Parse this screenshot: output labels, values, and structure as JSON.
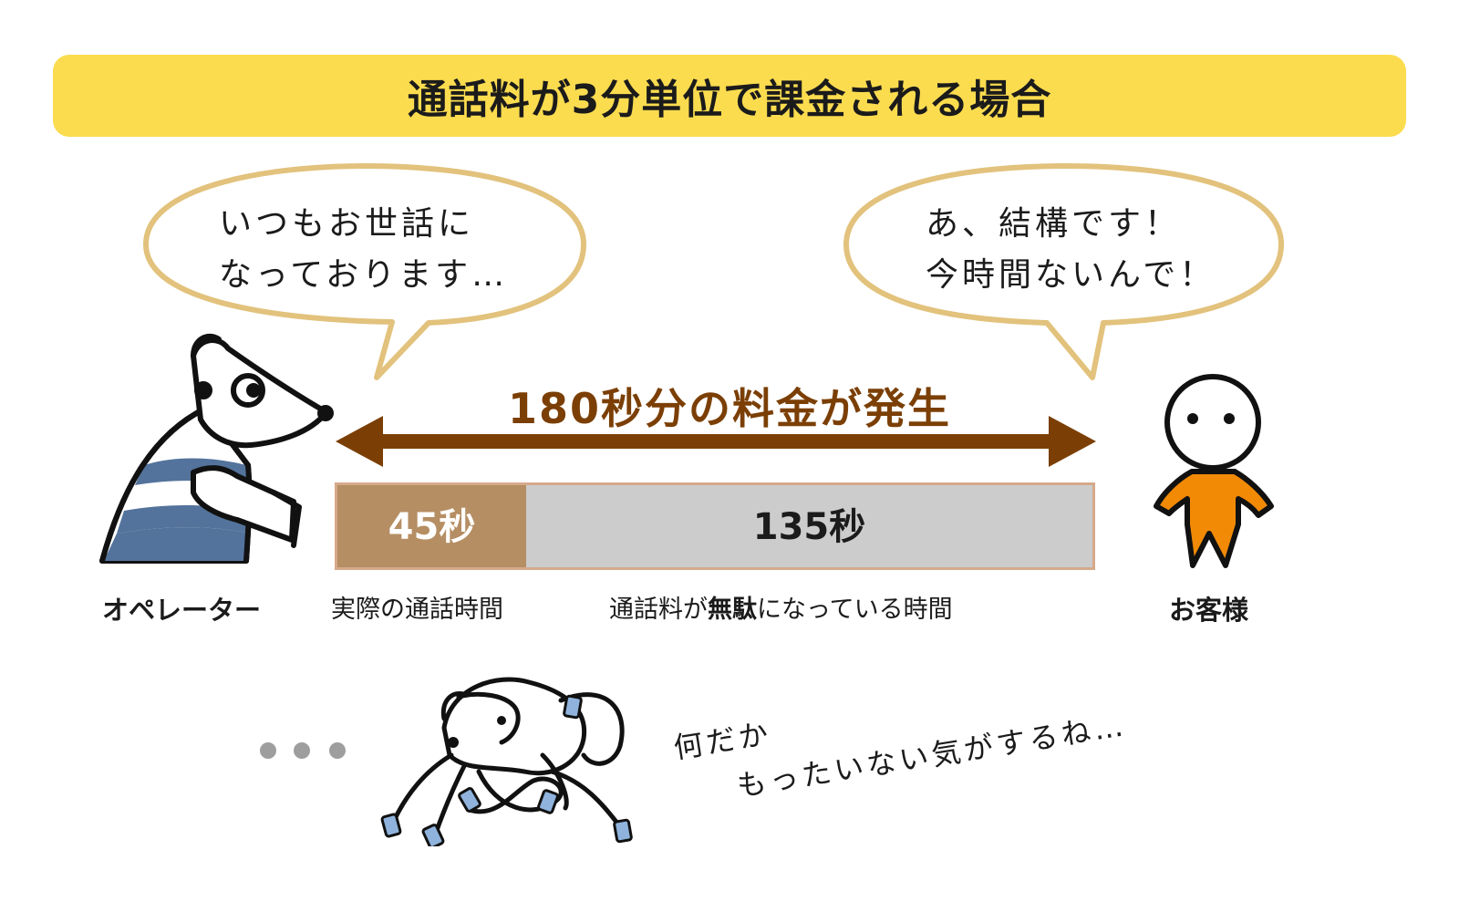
{
  "title": "通話料が3分単位で課金される場合",
  "operator": {
    "speech_line1": "いつもお世話に",
    "speech_line2": "なっております…",
    "label": "オペレーター"
  },
  "customer": {
    "speech_line1": "あ、結構です！",
    "speech_line2": "今時間ないんで！",
    "label": "お客様"
  },
  "charge_label": "180秒分の料金が発生",
  "bar": {
    "used_value": "45秒",
    "wasted_value": "135秒",
    "used_seconds": 45,
    "total_seconds": 180,
    "used_caption": "実際の通話時間",
    "wasted_caption_pre": "通話料が",
    "wasted_caption_bold": "無駄",
    "wasted_caption_post": "になっている時間"
  },
  "remark": {
    "line1": "何だか",
    "line2": "もったいない気がするね…"
  },
  "colors": {
    "banner": "#fbdc4f",
    "bubble_border": "#e2c27c",
    "arrow": "#7b3f05",
    "used_fill": "#b58e63",
    "wasted_fill": "#cccccc",
    "bar_border": "#d6a98a",
    "customer_shirt": "#f28a06",
    "operator_stripe": "#53739c",
    "cable_plug": "#8fb3dc"
  }
}
